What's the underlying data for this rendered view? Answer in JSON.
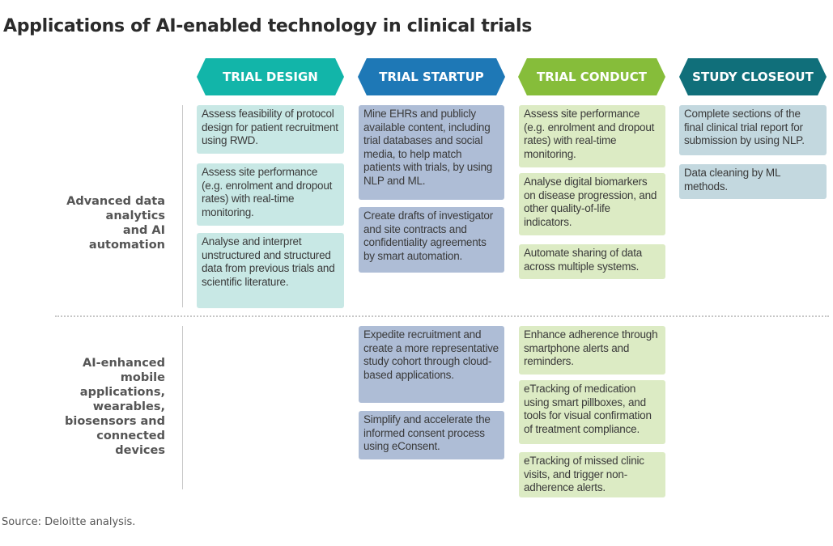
{
  "title": "Applications of AI-enabled technology in clinical trials",
  "colors": {
    "trial_design": "#12b5a9",
    "trial_startup": "#1e78b6",
    "trial_conduct": "#86bd3a",
    "study_closeout": "#106f7a"
  },
  "phases": [
    "TRIAL DESIGN",
    "TRIAL STARTUP",
    "TRIAL CONDUCT",
    "STUDY CLOSEOUT"
  ],
  "rows": {
    "analytics": "Advanced data\nanalytics\nand AI\nautomation",
    "mobile": "AI-enhanced\nmobile\napplications,\nwearables,\nbiosensors and\nconnected\ndevices"
  },
  "cards": {
    "design": [
      "Assess feasibility of protocol design for patient recruitment using RWD.",
      "Assess site performance (e.g. enrolment and dropout rates) with real-time monitoring.",
      "Analyse and interpret unstructured and structured data from previous trials and scientific literature."
    ],
    "startup": [
      "Mine EHRs and publicly available content, including trial databases and social media, to help match patients with trials, by using NLP and ML.",
      "Create drafts of investigator and site contracts and confidentiality agreements by smart automation.",
      "Expedite recruitment and create a more representative study cohort through cloud-based applications.",
      "Simplify and accelerate the informed consent process using eConsent."
    ],
    "conduct": [
      "Assess site performance (e.g. enrolment and dropout rates) with real-time monitoring.",
      "Analyse digital biomarkers on disease progression, and other quality-of-life indicators.",
      "Automate sharing of data across multiple systems.",
      "Enhance adherence through smartphone alerts and reminders.",
      "eTracking of medication using smart pillboxes, and tools for visual confirmation of treatment compliance.",
      "eTracking of missed clinic visits, and trigger non-adherence alerts."
    ],
    "closeout": [
      "Complete sections of the final clinical trial report for submission by using NLP.",
      "Data cleaning by ML methods."
    ]
  },
  "source": "Source: Deloitte analysis."
}
